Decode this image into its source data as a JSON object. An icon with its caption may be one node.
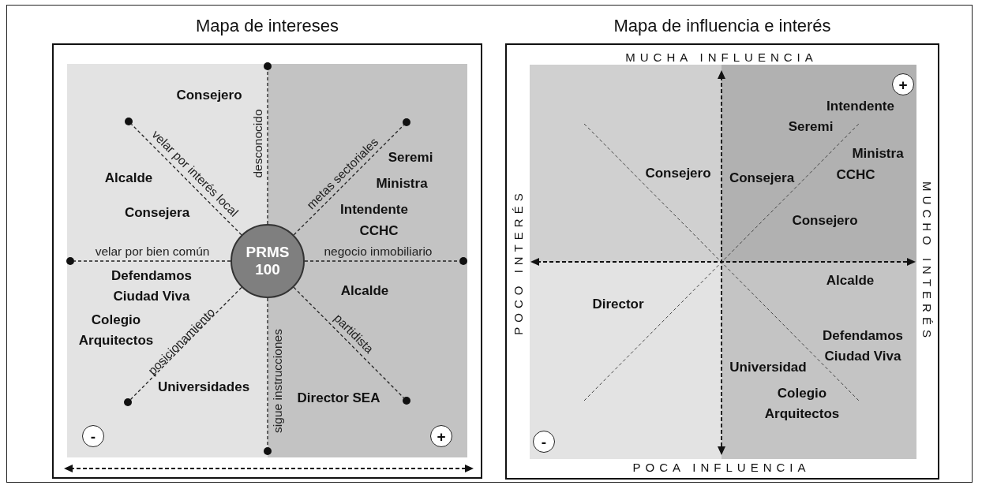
{
  "diagram": {
    "nodes": [
      {
        "text": [
          "Mapa de intereses"
        ]
      },
      {
        "text": [
          "PRMS 100"
        ],
        "in": 0
      },
      {
        "text": [],
        "shape": "circle",
        "in": 0
      },
      {
        "text": [],
        "shape": "circle",
        "in": 0
      },
      {
        "text": [],
        "shape": "circle",
        "in": 0
      },
      {
        "text": [],
        "shape": "circle",
        "in": 0
      },
      {
        "text": [],
        "shape": "circle",
        "in": 0
      },
      {
        "text": [],
        "shape": "circle",
        "in": 0
      },
      {
        "text": [],
        "shape": "circle",
        "in": 0
      },
      {
        "text": [],
        "shape": "circle",
        "in": 0
      },
      {
        "text": [
          "-"
        ],
        "in": 0
      },
      {
        "text": [
          "+"
        ],
        "in": 0
      },
      {
        "text": [
          "Mapa de influencia e interés"
        ]
      },
      {
        "text": [
          "+"
        ],
        "in": 12
      },
      {
        "text": [
          "-"
        ],
        "in": 12
      }
    ],
    "edges": [
      {
        "from": 1,
        "to": 2,
        "arrow": "none",
        "style": "dashed",
        "label": "desconocido"
      },
      {
        "from": 1,
        "to": 3,
        "arrow": "none",
        "style": "dashed",
        "label": "velar por interés local"
      },
      {
        "from": 1,
        "to": 4,
        "arrow": "none",
        "style": "dashed",
        "label": "metas sectoriales"
      },
      {
        "from": 1,
        "to": 5,
        "arrow": "none",
        "style": "dashed",
        "label": "velar por bien común"
      },
      {
        "from": 1,
        "to": 6,
        "arrow": "none",
        "style": "dashed",
        "label": "negocio inmobiliario"
      },
      {
        "from": 1,
        "to": 7,
        "arrow": "none",
        "style": "dashed",
        "label": "posicionamiento"
      },
      {
        "from": 1,
        "to": 8,
        "arrow": "none",
        "style": "dashed",
        "label": "partidista"
      },
      {
        "from": 1,
        "to": 9,
        "arrow": "none",
        "style": "dashed",
        "label": "sigue instrucciones"
      }
    ],
    "labels": [
      "Consejero",
      "Alcalde",
      "Seremi",
      "Ministra",
      "Consejera",
      "Intendente",
      "CCHC",
      "Defendamos Ciudad Viva",
      "Alcalde",
      "Colegio Arquitectos",
      "Universidades",
      "Director SEA",
      "MUCHA INFLUENCIA",
      "Intendente",
      "Seremi",
      "Ministra",
      "Consejero",
      "Consejera",
      "CCHC",
      "Consejero",
      "POCO INTERÉS",
      "MUCHO INTERÉS",
      "Alcalde",
      "Director",
      "Defendamos Ciudad Viva",
      "Universidad",
      "Colegio Arquitectos",
      "POCA INFLUENCIA"
    ]
  }
}
